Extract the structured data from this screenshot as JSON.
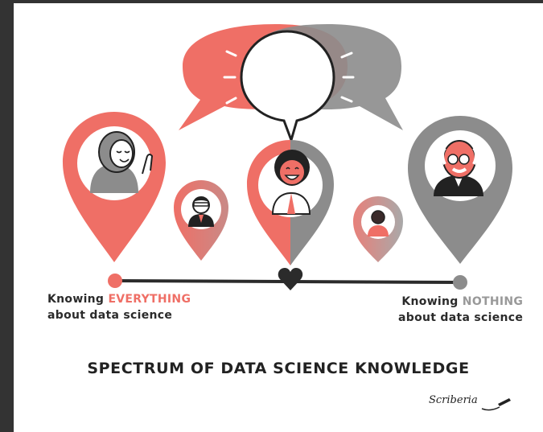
{
  "labels": {
    "left": {
      "prefix": "Knowing ",
      "highlight": "EVERYTHING",
      "suffix": "about data science"
    },
    "right": {
      "prefix": "Knowing ",
      "highlight": "NOTHING",
      "suffix": "about data science"
    }
  },
  "title": "SPECTRUM OF DATA SCIENCE KNOWLEDGE",
  "signature": "Scriberia",
  "colors": {
    "red": "#ef6f66",
    "grey": "#8c8c8c",
    "dark": "#2b2b2b",
    "background": "#ffffff"
  },
  "icons": [
    "location-pin-icon",
    "speech-bubble-icon",
    "heart-icon",
    "pen-icon"
  ]
}
